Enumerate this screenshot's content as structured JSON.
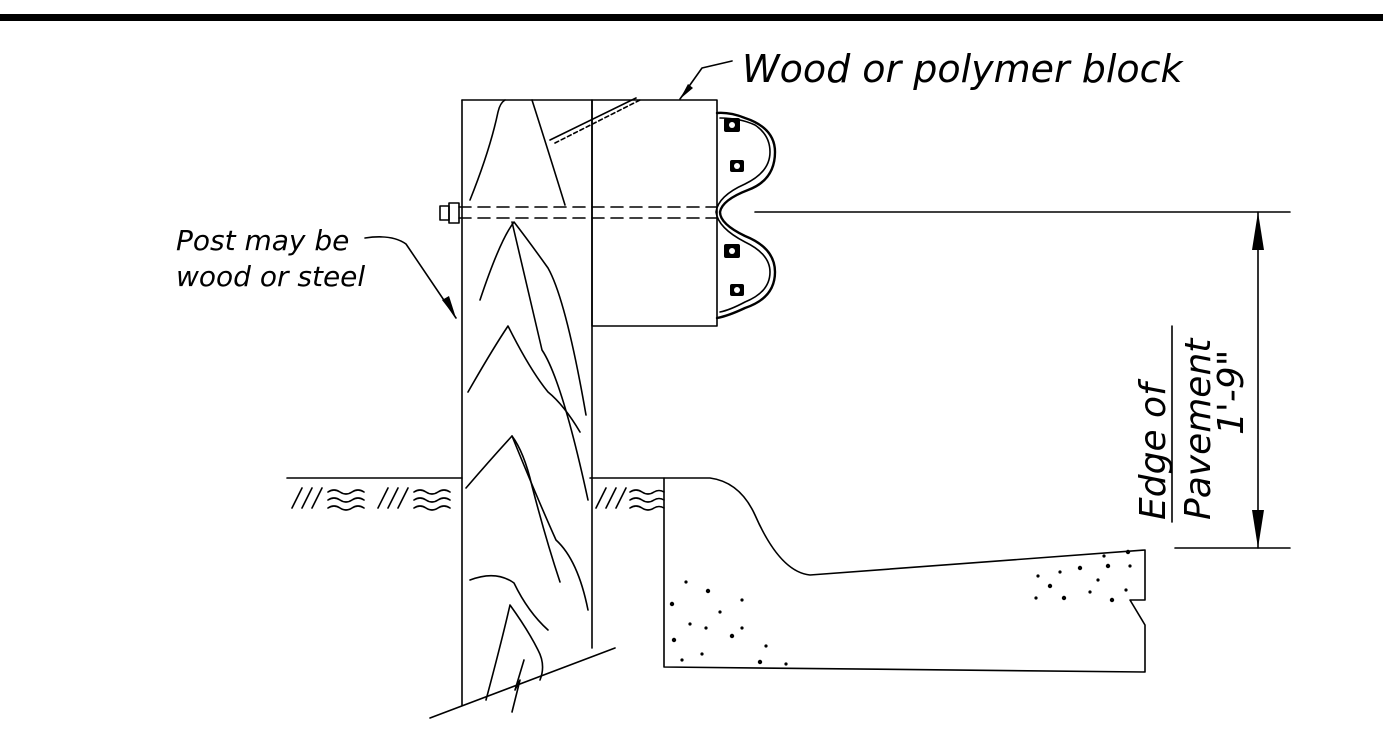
{
  "labels": {
    "block": "Wood or polymer block",
    "post_line1": "Post may be",
    "post_line2": "wood or steel",
    "edge_line1": "Edge of",
    "edge_line2": "Pavement",
    "dimension": "1'-9\""
  }
}
